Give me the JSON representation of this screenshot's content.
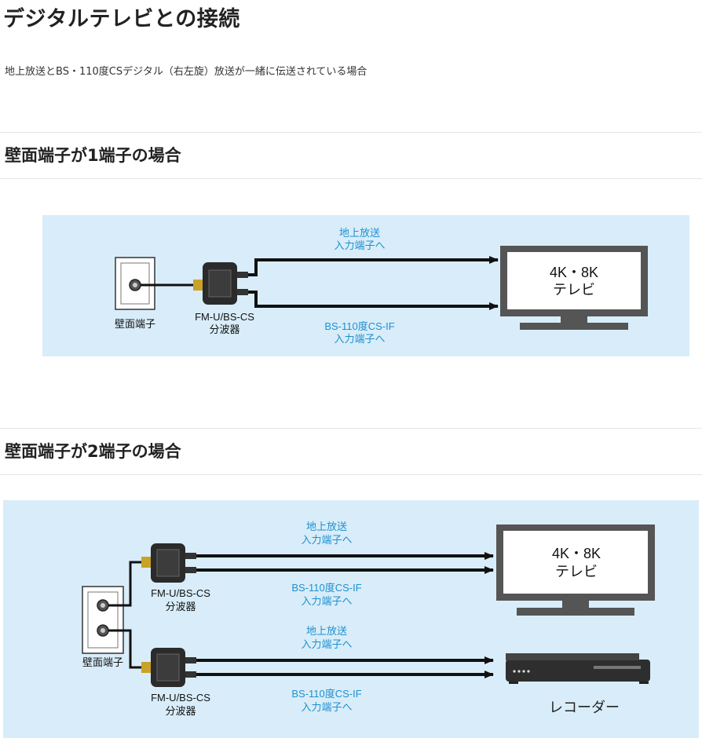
{
  "page": {
    "title": "デジタルテレビとの接続",
    "subtitle": "地上放送とBS・110度CSデジタル（右左旋）放送が一緒に伝送されている場合"
  },
  "colors": {
    "diagram_bg": "#d8edf9",
    "label_blue": "#1e8fd0",
    "device_dark": "#2b2b2b",
    "line": "#111111"
  },
  "sections": [
    {
      "heading": "壁面端子が1端子の場合",
      "diagram": {
        "wall_outlet_label": "壁面端子",
        "splitter_label_line1": "FM-U/BS-CS",
        "splitter_label_line2": "分波器",
        "upper_line_label_1": "地上放送",
        "upper_line_label_2": "入力端子へ",
        "lower_line_label_1": "BS-110度CS-IF",
        "lower_line_label_2": "入力端子へ",
        "tv_label_1": "4K・8K",
        "tv_label_2": "テレビ"
      }
    },
    {
      "heading": "壁面端子が2端子の場合",
      "diagram": {
        "wall_outlet_label": "壁面端子",
        "splitter_top_label_line1": "FM-U/BS-CS",
        "splitter_top_label_line2": "分波器",
        "splitter_bottom_label_line1": "FM-U/BS-CS",
        "splitter_bottom_label_line2": "分波器",
        "tv_upper_label_1": "地上放送",
        "tv_upper_label_2": "入力端子へ",
        "tv_lower_label_1": "BS-110度CS-IF",
        "tv_lower_label_2": "入力端子へ",
        "rec_upper_label_1": "地上放送",
        "rec_upper_label_2": "入力端子へ",
        "rec_lower_label_1": "BS-110度CS-IF",
        "rec_lower_label_2": "入力端子へ",
        "tv_label_1": "4K・8K",
        "tv_label_2": "テレビ",
        "recorder_label": "レコーダー"
      }
    }
  ]
}
